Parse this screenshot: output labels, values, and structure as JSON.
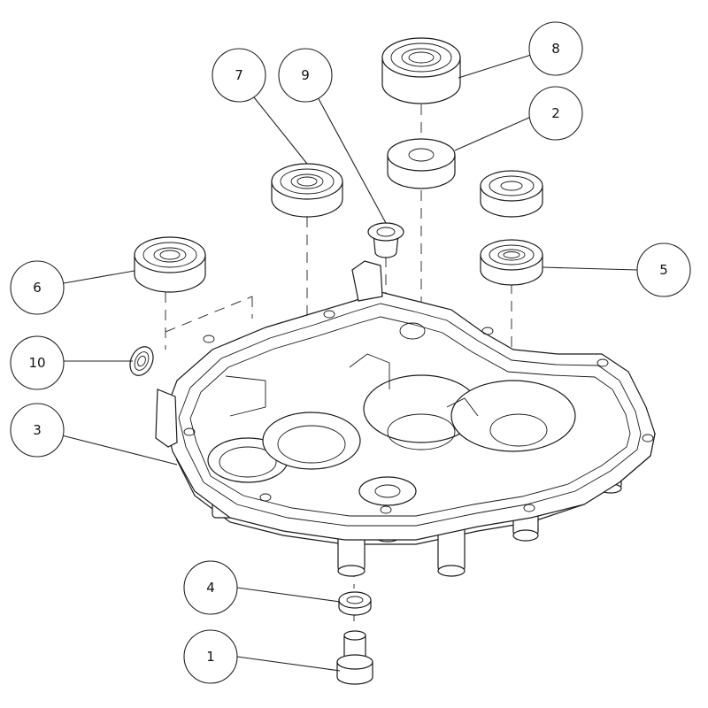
{
  "diagram": {
    "callouts": [
      {
        "id": "1",
        "label": "1"
      },
      {
        "id": "2",
        "label": "2"
      },
      {
        "id": "3",
        "label": "3"
      },
      {
        "id": "4",
        "label": "4"
      },
      {
        "id": "5",
        "label": "5"
      },
      {
        "id": "6",
        "label": "6"
      },
      {
        "id": "7",
        "label": "7"
      },
      {
        "id": "8",
        "label": "8"
      },
      {
        "id": "9",
        "label": "9"
      },
      {
        "id": "10",
        "label": "10"
      }
    ],
    "line_color": "#1a1a1a",
    "background": "#ffffff"
  }
}
